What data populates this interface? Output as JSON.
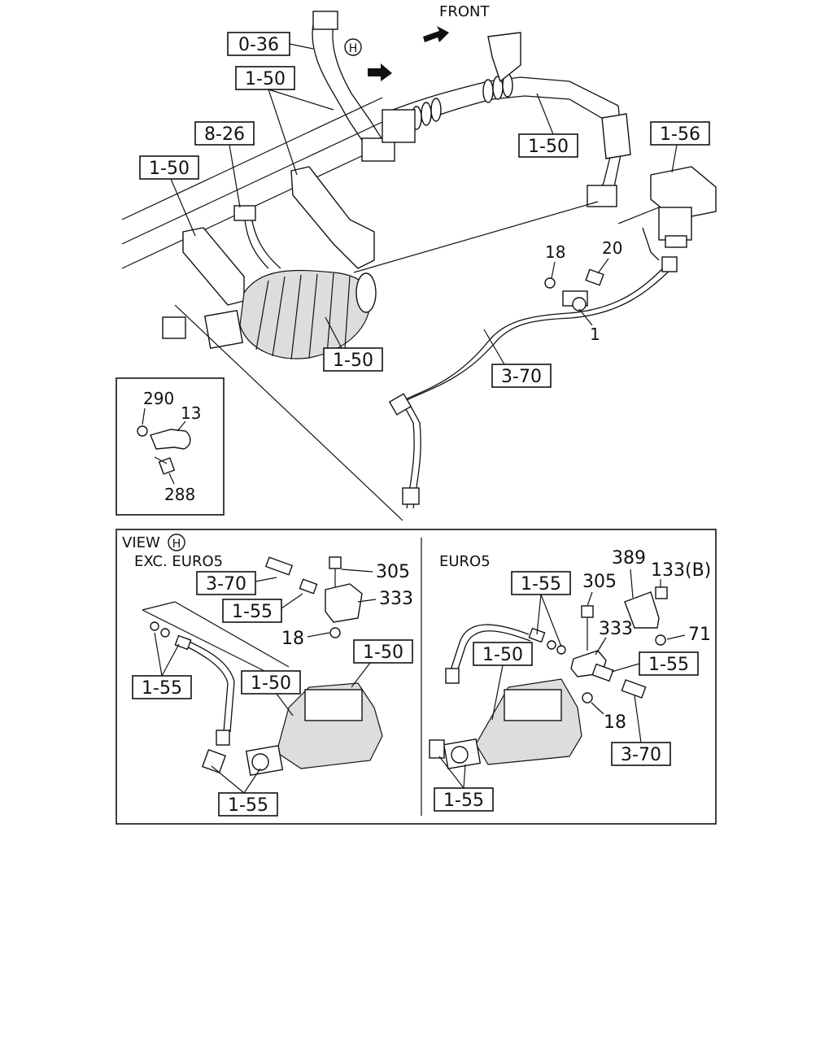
{
  "front_label": "FRONT",
  "view_marker": "H",
  "refs": {
    "r036": "0-36",
    "r150a": "1-50",
    "r826": "8-26",
    "r150b": "1-50",
    "r150c": "1-50",
    "r156": "1-56",
    "r150d": "1-50",
    "r370": "3-70"
  },
  "parts": {
    "p18": "18",
    "p20": "20",
    "p1": "1"
  },
  "inset": {
    "p290": "290",
    "p13": "13",
    "p288": "288"
  },
  "view": {
    "title": "VIEW",
    "marker": "H",
    "left": {
      "label": "EXC. EURO5",
      "r370": "3-70",
      "r155a": "1-55",
      "r155b": "1-55",
      "r155c": "1-55",
      "r150a": "1-50",
      "r150b": "1-50",
      "p305": "305",
      "p333": "333",
      "p18": "18"
    },
    "right": {
      "label": "EURO5",
      "r155a": "1-55",
      "r155b": "1-55",
      "r155c": "1-55",
      "r150": "1-50",
      "r370": "3-70",
      "p389": "389",
      "p133b": "133(B)",
      "p305": "305",
      "p333": "333",
      "p71": "71",
      "p18": "18"
    }
  }
}
